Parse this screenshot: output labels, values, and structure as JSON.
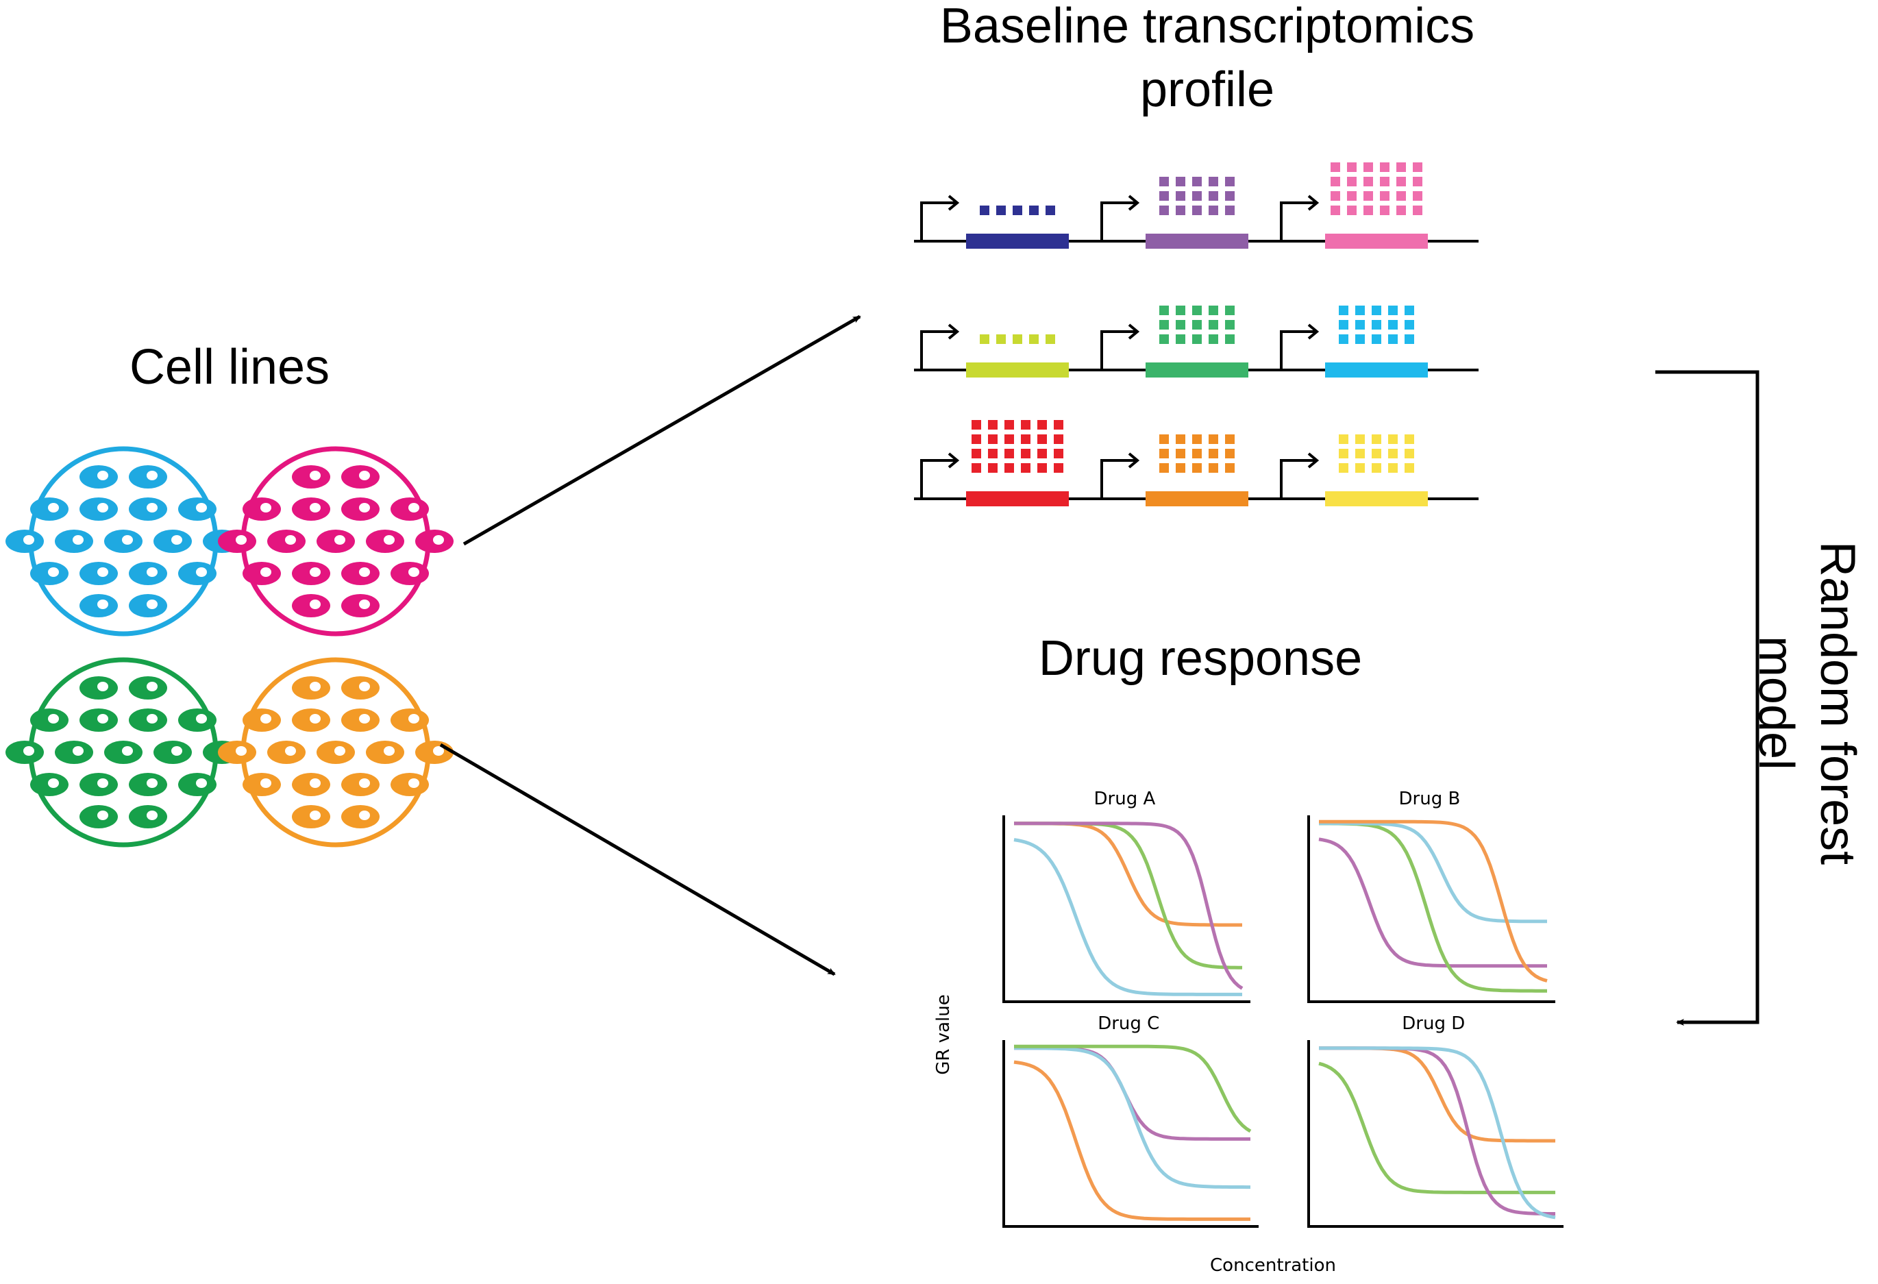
{
  "titles": {
    "cell_lines": "Cell lines",
    "baseline_line1": "Baseline transcriptomics",
    "baseline_line2": "profile",
    "drug_response": "Drug response",
    "model_line1": "Random forest",
    "model_line2": "model"
  },
  "colors": {
    "ink": "#000000",
    "cyan": "#1fa9e1",
    "magenta": "#e4157f",
    "green": "#17a04a",
    "orange": "#f39a26",
    "curve_blue": "#92cde0",
    "curve_orange": "#f39a4f",
    "curve_green": "#8cc561",
    "curve_purple": "#b672b0"
  },
  "cell_plates": [
    {
      "name": "plate-blue",
      "color": "#1fa9e1"
    },
    {
      "name": "plate-magenta",
      "color": "#e4157f"
    },
    {
      "name": "plate-green",
      "color": "#17a04a"
    },
    {
      "name": "plate-orange",
      "color": "#f39a26"
    }
  ],
  "gene_rows": [
    [
      {
        "color": "#2e3192",
        "level": 1
      },
      {
        "color": "#8e5ea6",
        "level": 2
      },
      {
        "color": "#ef6ead",
        "level": 3
      }
    ],
    [
      {
        "color": "#c8d931",
        "level": 1
      },
      {
        "color": "#3bb46a",
        "level": 2
      },
      {
        "color": "#1fb9ec",
        "level": 2
      }
    ],
    [
      {
        "color": "#e8212a",
        "level": 3
      },
      {
        "color": "#f08c22",
        "level": 2
      },
      {
        "color": "#f8e046",
        "level": 2
      }
    ]
  ],
  "plots": {
    "ylabel": "GR value",
    "xlabel": "Concentration",
    "panels": [
      {
        "title": "Drug A"
      },
      {
        "title": "Drug B"
      },
      {
        "title": "Drug C"
      },
      {
        "title": "Drug D"
      }
    ]
  }
}
